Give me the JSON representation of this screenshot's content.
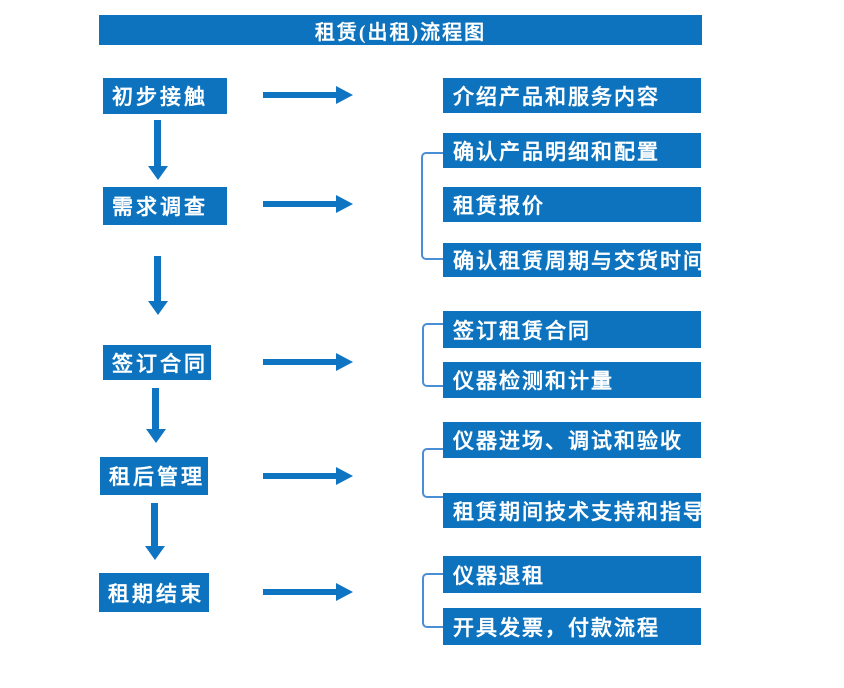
{
  "title": "租赁(出租)流程图",
  "colors": {
    "box_blue": "#0d73be",
    "arrow_blue": "#0f74c2",
    "bracket_blue": "#4c8ed6",
    "text_white": "#ffffff",
    "background": "#ffffff"
  },
  "stages": [
    {
      "label": "初步接触",
      "outputs": [
        "介绍产品和服务内容"
      ]
    },
    {
      "label": "需求调查",
      "outputs": [
        "确认产品明细和配置",
        "租赁报价",
        "确认租赁周期与交货时间"
      ]
    },
    {
      "label": "签订合同",
      "outputs": [
        "签订租赁合同",
        "仪器检测和计量"
      ]
    },
    {
      "label": "租后管理",
      "outputs": [
        "仪器进场、调试和验收",
        "租赁期间技术支持和指导"
      ]
    },
    {
      "label": "租期结束",
      "outputs": [
        "仪器退租",
        "开具发票，付款流程"
      ]
    }
  ]
}
